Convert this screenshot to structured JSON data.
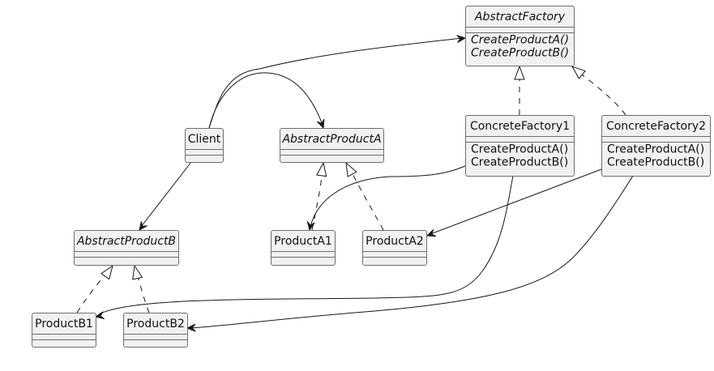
{
  "diagram": {
    "type": "uml-class-diagram",
    "classes": [
      {
        "id": "AbstractFactory",
        "name": "AbstractFactory",
        "abstract": true,
        "fields": [],
        "methods": [
          {
            "label": "CreateProductA()",
            "abstract": true
          },
          {
            "label": "CreateProductB()",
            "abstract": true
          }
        ]
      },
      {
        "id": "ConcreteFactory1",
        "name": "ConcreteFactory1",
        "abstract": false,
        "fields": [],
        "methods": [
          {
            "label": "CreateProductA()",
            "abstract": false
          },
          {
            "label": "CreateProductB()",
            "abstract": false
          }
        ]
      },
      {
        "id": "ConcreteFactory2",
        "name": "ConcreteFactory2",
        "abstract": false,
        "fields": [],
        "methods": [
          {
            "label": "CreateProductA()",
            "abstract": false
          },
          {
            "label": "CreateProductB()",
            "abstract": false
          }
        ]
      },
      {
        "id": "Client",
        "name": "Client",
        "abstract": false,
        "fields": [],
        "methods": []
      },
      {
        "id": "AbstractProductA",
        "name": "AbstractProductA",
        "abstract": true,
        "fields": [],
        "methods": []
      },
      {
        "id": "AbstractProductB",
        "name": "AbstractProductB",
        "abstract": true,
        "fields": [],
        "methods": []
      },
      {
        "id": "ProductA1",
        "name": "ProductA1",
        "abstract": false,
        "fields": [],
        "methods": []
      },
      {
        "id": "ProductA2",
        "name": "ProductA2",
        "abstract": false,
        "fields": [],
        "methods": []
      },
      {
        "id": "ProductB1",
        "name": "ProductB1",
        "abstract": false,
        "fields": [],
        "methods": []
      },
      {
        "id": "ProductB2",
        "name": "ProductB2",
        "abstract": false,
        "fields": [],
        "methods": []
      }
    ],
    "relations": [
      {
        "from": "ConcreteFactory1",
        "to": "AbstractFactory",
        "kind": "realization"
      },
      {
        "from": "ConcreteFactory2",
        "to": "AbstractFactory",
        "kind": "realization"
      },
      {
        "from": "ProductA1",
        "to": "AbstractProductA",
        "kind": "realization"
      },
      {
        "from": "ProductA2",
        "to": "AbstractProductA",
        "kind": "realization"
      },
      {
        "from": "ProductB1",
        "to": "AbstractProductB",
        "kind": "realization"
      },
      {
        "from": "ProductB2",
        "to": "AbstractProductB",
        "kind": "realization"
      },
      {
        "from": "Client",
        "to": "AbstractFactory",
        "kind": "association"
      },
      {
        "from": "Client",
        "to": "AbstractProductA",
        "kind": "association"
      },
      {
        "from": "Client",
        "to": "AbstractProductB",
        "kind": "association"
      },
      {
        "from": "ConcreteFactory1",
        "to": "ProductA1",
        "kind": "association"
      },
      {
        "from": "ConcreteFactory1",
        "to": "ProductB1",
        "kind": "association"
      },
      {
        "from": "ConcreteFactory2",
        "to": "ProductA2",
        "kind": "association"
      },
      {
        "from": "ConcreteFactory2",
        "to": "ProductB2",
        "kind": "association"
      }
    ],
    "colors": {
      "box_fill": "#f1f1f1",
      "box_border": "#6e6e6e",
      "edge": "#181818",
      "text": "#111111",
      "background": "#ffffff"
    }
  }
}
